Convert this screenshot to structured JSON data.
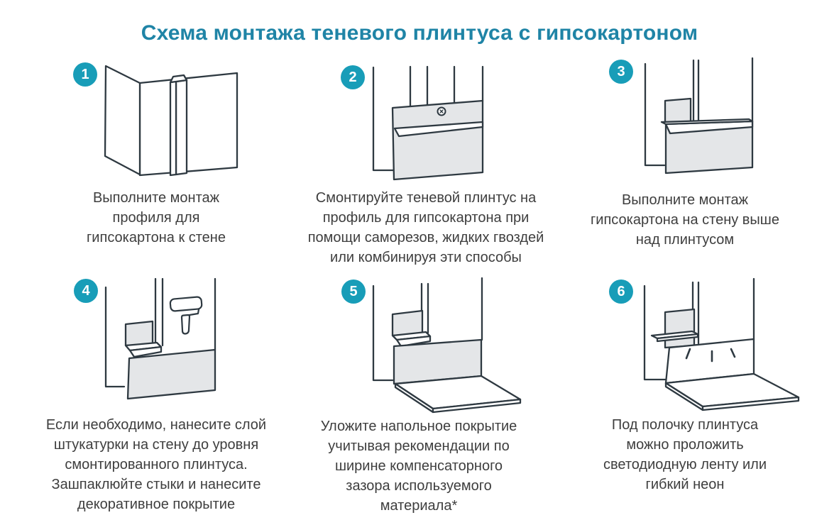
{
  "title": "Схема монтажа теневого плинтуса с гипсокартоном",
  "colors": {
    "title_accent": "#1f84a6",
    "badge_teal": "#189db8",
    "line_art_stroke": "#2e3941",
    "panel_gray_fill": "#e4e6e8",
    "caption_text": "#3e3e3e",
    "background": "#ffffff"
  },
  "steps": [
    {
      "number": "1",
      "illustration": "drywall-profile-mounted-on-wall-corner",
      "caption": "Выполните монтаж\nпрофиля для\nгипсокартона к стене"
    },
    {
      "number": "2",
      "illustration": "shadow-plinth-fixed-to-profile-with-screw",
      "caption": "Смонтируйте теневой плинтус на\nпрофиль для гипсокартона при\nпомощи саморезов, жидких гвоздей\nили комбинируя эти способы"
    },
    {
      "number": "3",
      "illustration": "drywall-sheet-mounted-above-plinth",
      "caption": "Выполните монтаж\nгипсокартона на стену выше\nнад плинтусом"
    },
    {
      "number": "4",
      "illustration": "plaster-layer-and-decorative-coating-roller",
      "caption": "Если необходимо, нанесите слой\nштукатурки на стену до уровня\nсмонтированного плинтуса.\nЗашпаклюйте стыки и нанесите\nдекоративное покрытие"
    },
    {
      "number": "5",
      "illustration": "floor-covering-laid-with-expansion-gap",
      "caption": "Уложите напольное покрытие\nучитывая рекомендации по\nширине компенсаторного\nзазора используемого\nматериала*"
    },
    {
      "number": "6",
      "illustration": "led-strip-under-plinth-shelf",
      "caption": "Под полочку плинтуса\nможно проложить\nсветодиодную ленту или\nгибкий неон"
    }
  ]
}
